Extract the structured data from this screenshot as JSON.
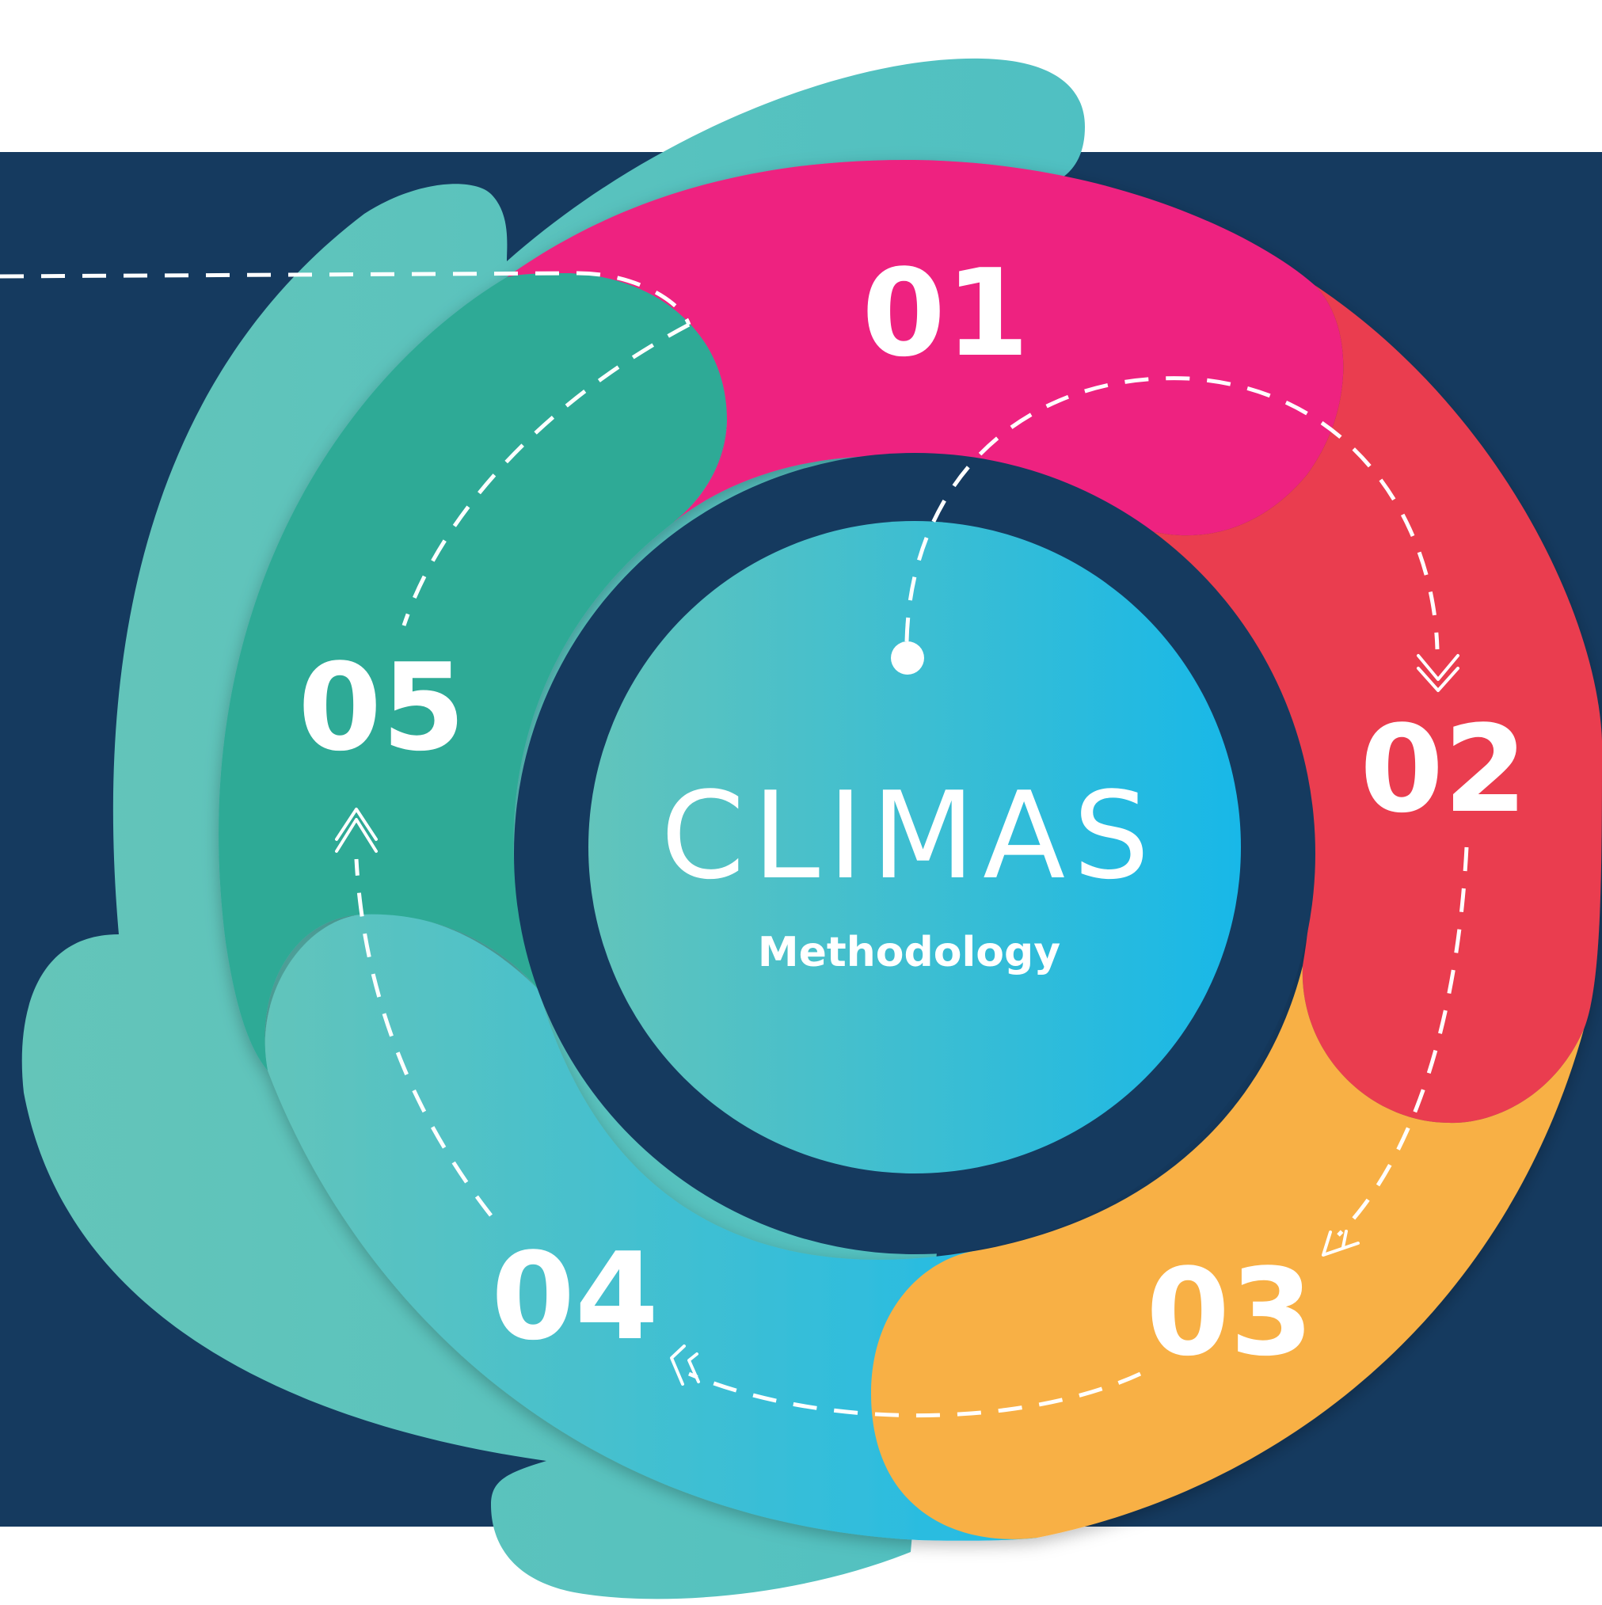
{
  "title": "CLIMAS",
  "subtitle": "Methodology",
  "steps": [
    {
      "number": "01",
      "color": "#ee2280"
    },
    {
      "number": "02",
      "color": "#ea3d50"
    },
    {
      "number": "03",
      "color": "#f8b045"
    },
    {
      "number": "04",
      "color": "#2ebde3"
    },
    {
      "number": "05",
      "color": "#2daa96"
    }
  ],
  "colors": {
    "background_panel": "#153a5f",
    "teal_blob": "#55c2c1",
    "center_gradient_start": "#62c4bb",
    "center_gradient_end": "#18b8e8",
    "dashed_path": "#ffffff"
  }
}
